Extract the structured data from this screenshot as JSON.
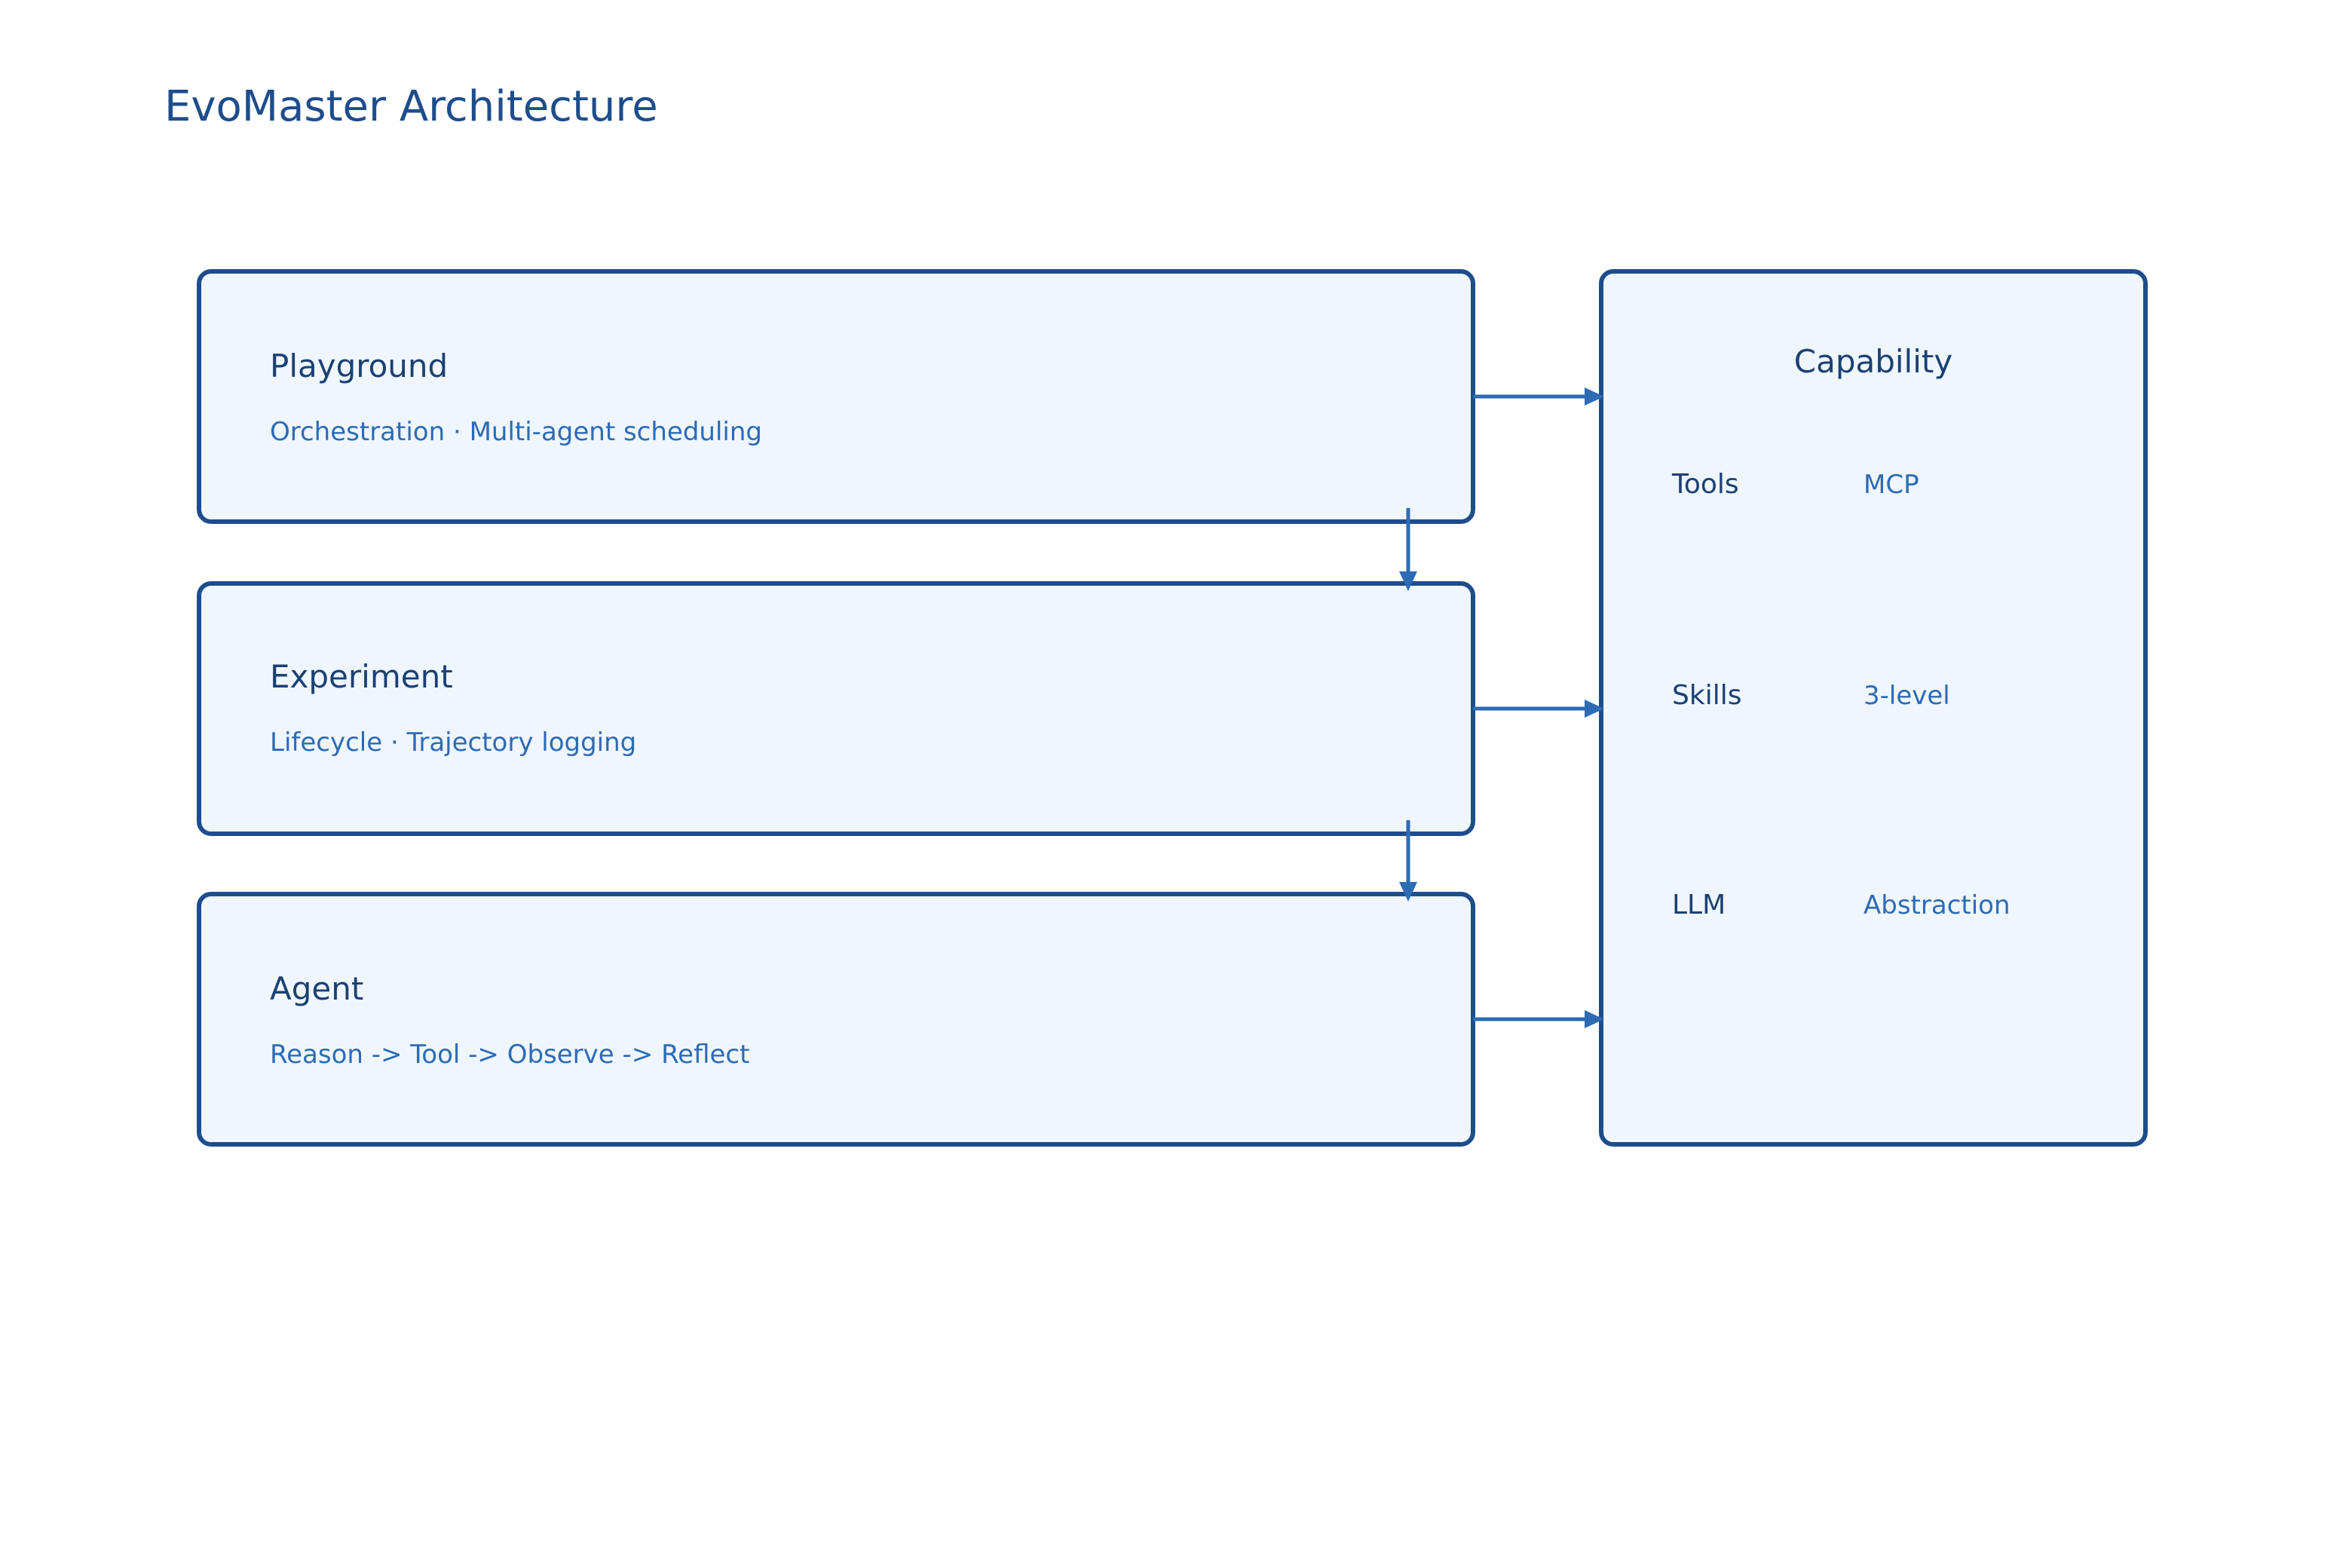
{
  "title": "EvoMaster Architecture",
  "layers": [
    {
      "name": "Playground",
      "description": "Orchestration · Multi-agent scheduling"
    },
    {
      "name": "Experiment",
      "description": "Lifecycle · Trajectory logging"
    },
    {
      "name": "Agent",
      "description": "Reason -> Tool -> Observe -> Reflect"
    }
  ],
  "capability": {
    "title": "Capability",
    "items": [
      {
        "key": "Tools",
        "value": "MCP"
      },
      {
        "key": "Skills",
        "value": "3-level"
      },
      {
        "key": "LLM",
        "value": "Abstraction"
      }
    ]
  },
  "colors": {
    "box_fill": "#eff6fd",
    "box_stroke": "#1e4d8c",
    "arrow": "#2d6bb5",
    "title": "#1e4d8c",
    "text_dark": "#1b4173",
    "text_light": "#2d6bb5"
  }
}
